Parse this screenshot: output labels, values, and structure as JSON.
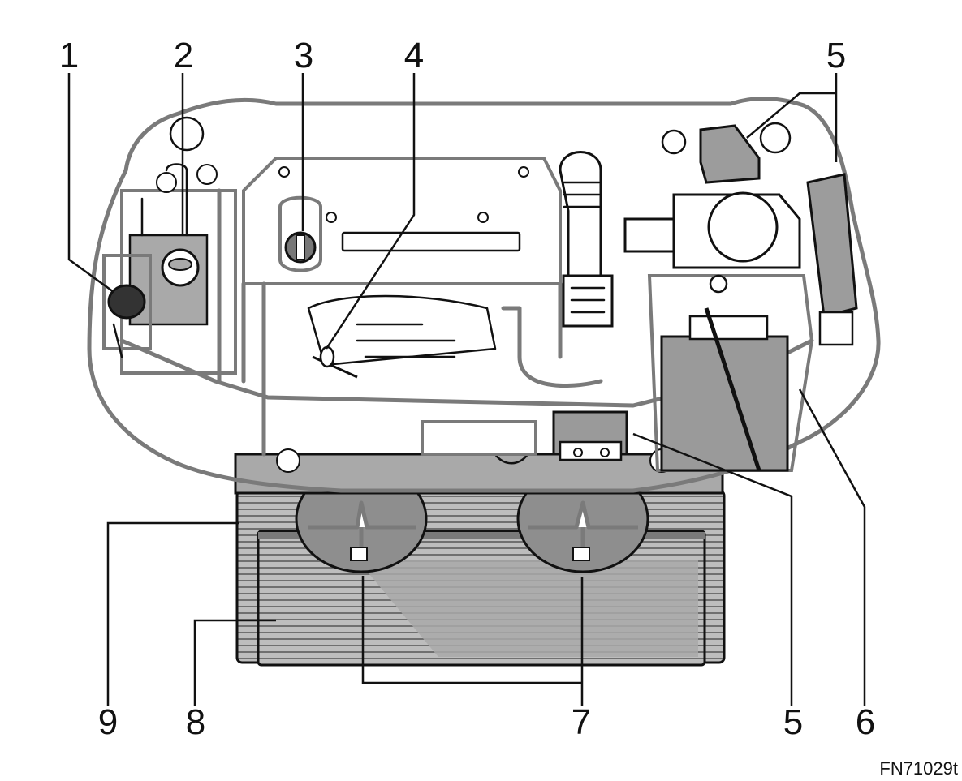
{
  "callouts": [
    {
      "number": "1"
    },
    {
      "number": "2"
    },
    {
      "number": "3"
    },
    {
      "number": "4"
    },
    {
      "number": "5"
    },
    {
      "number": "5"
    },
    {
      "number": "6"
    },
    {
      "number": "7"
    },
    {
      "number": "8"
    },
    {
      "number": "9"
    }
  ],
  "figure_code": "FN71029t",
  "colors": {
    "outline": "#7a7a7a",
    "fill_gray": "#a9a9a9",
    "dark": "#111111"
  }
}
